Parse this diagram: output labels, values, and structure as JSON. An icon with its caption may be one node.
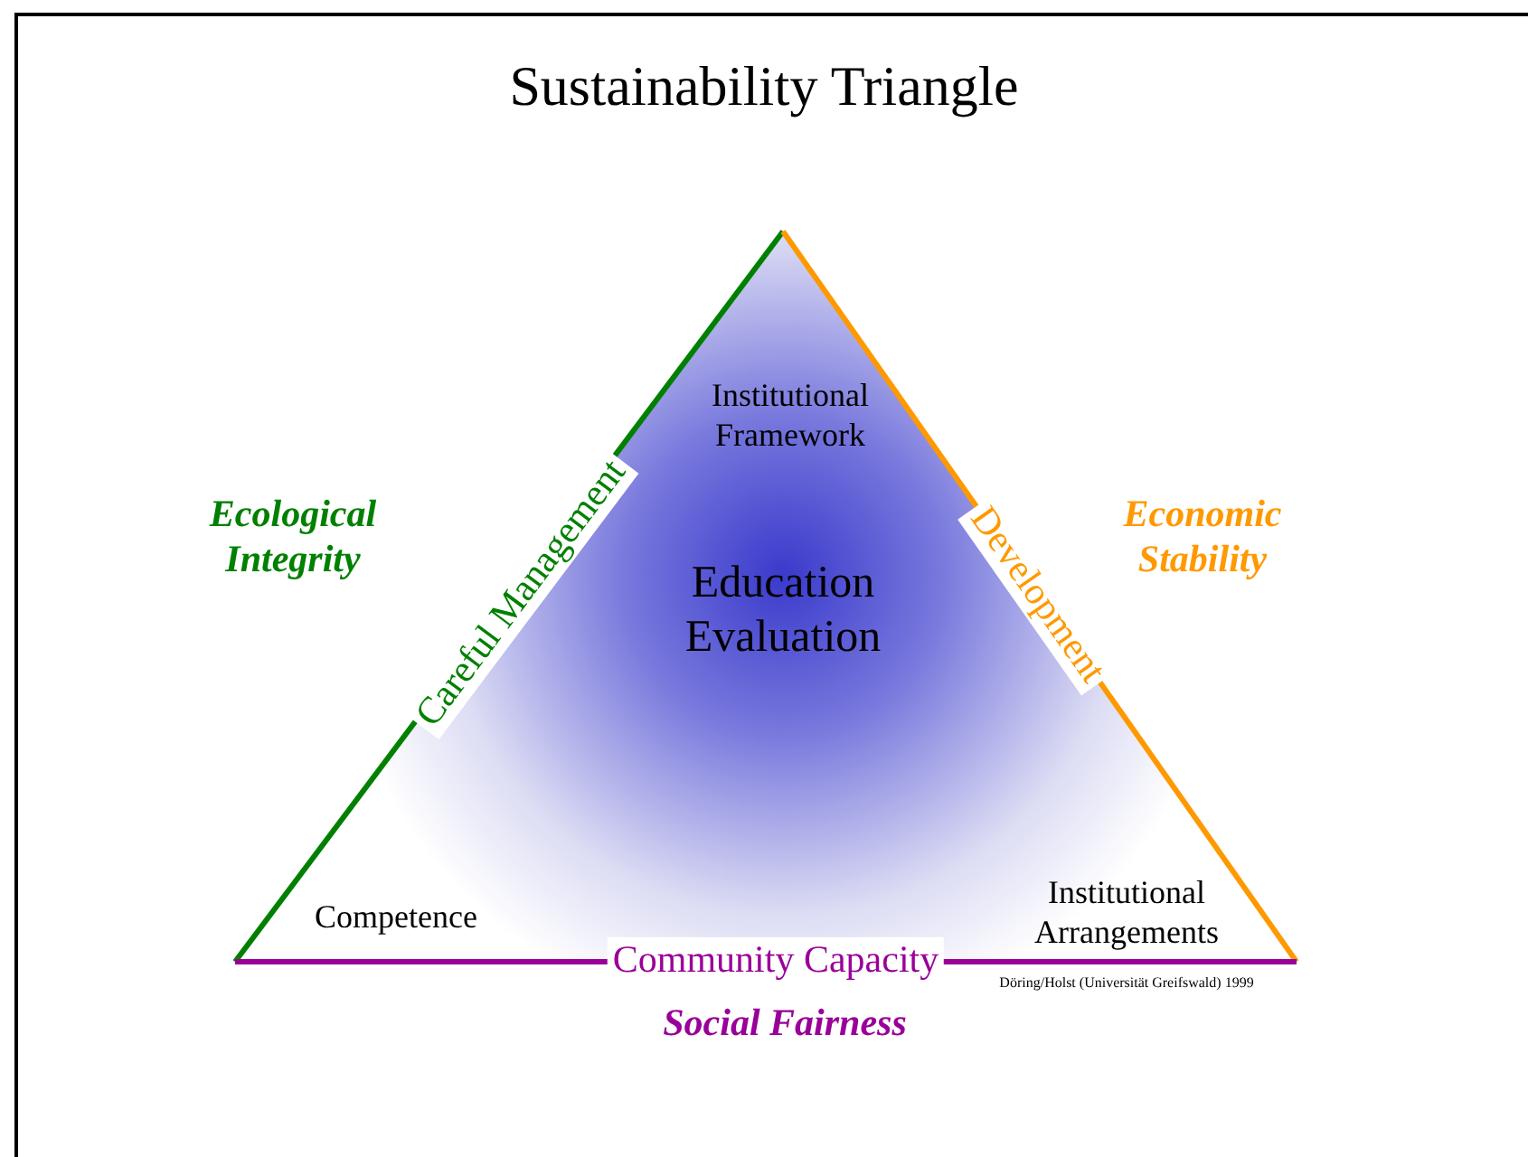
{
  "diagram": {
    "title": "Sustainability Triangle",
    "labels": [
      "Institutional Framework",
      "Ecological Integrity",
      "Careful Management",
      "Development",
      "Economic Stability",
      "Education Evaluation",
      "Competence",
      "Institutional Arrangements",
      "Community Capacity",
      "Döring/Holst (Universität Greifswald) 1999",
      "Social Fairness"
    ]
  }
}
